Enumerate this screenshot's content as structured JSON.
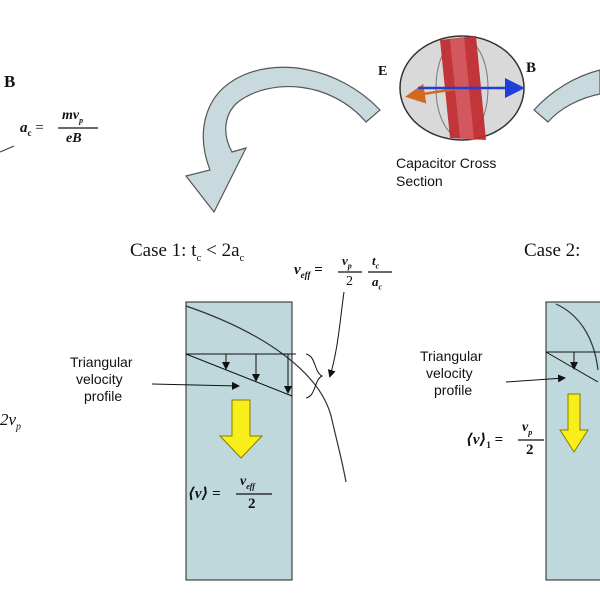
{
  "colors": {
    "panel": "#bfd8dc",
    "panel_stroke": "#222222",
    "arrow_fill": "#c9dade",
    "arrow_stroke": "#555555",
    "capacitor_gray": "#d9d9d9",
    "capacitor_red": "#c0272d",
    "e_arrow": "#d2691e",
    "b_arrow": "#1f3fd6",
    "yellow_arrow": "#f7ee1a"
  },
  "icons": {
    "flow_arrow_left": "curved-arrow-icon",
    "flow_arrow_right": "curved-arrow-icon",
    "down_arrow": "yellow-down-arrow-icon"
  },
  "top_left": {
    "b_label": "B",
    "formula_lhs": "a",
    "formula_lhs_sub": "c",
    "formula_eq": "=",
    "formula_num": "mv",
    "formula_num_sub": "p",
    "formula_den": "eB"
  },
  "left_edge_fragment": "2v",
  "left_edge_fragment_sub": "p",
  "capacitor": {
    "e_label": "E",
    "b_label": "B",
    "caption_line1": "Capacitor Cross",
    "caption_line2": "Section"
  },
  "case1": {
    "title_prefix": "Case 1: t",
    "title_sub1": "c",
    "title_mid": " < 2a",
    "title_sub2": "c",
    "veff_lhs": "v",
    "veff_lhs_sub": "eff",
    "eq": "=",
    "frac1_num": "v",
    "frac1_num_sub": "p",
    "frac1_den": "2",
    "frac2_num": "t",
    "frac2_num_sub": "c",
    "frac2_den": "a",
    "frac2_den_sub": "c",
    "profile_line1": "Triangular",
    "profile_line2": "velocity",
    "profile_line3": "profile",
    "avg_lhs": "⟨v⟩",
    "avg_eq": "=",
    "avg_num": "v",
    "avg_num_sub": "eff",
    "avg_den": "2"
  },
  "case2": {
    "title": "Case 2:",
    "profile_line1": "Triangular",
    "profile_line2": "velocity",
    "profile_line3": "profile",
    "avg_lhs": "⟨v⟩",
    "avg_lhs_sub": "1",
    "avg_eq": "=",
    "avg_num": "v",
    "avg_num_sub": "p",
    "avg_den": "2"
  }
}
